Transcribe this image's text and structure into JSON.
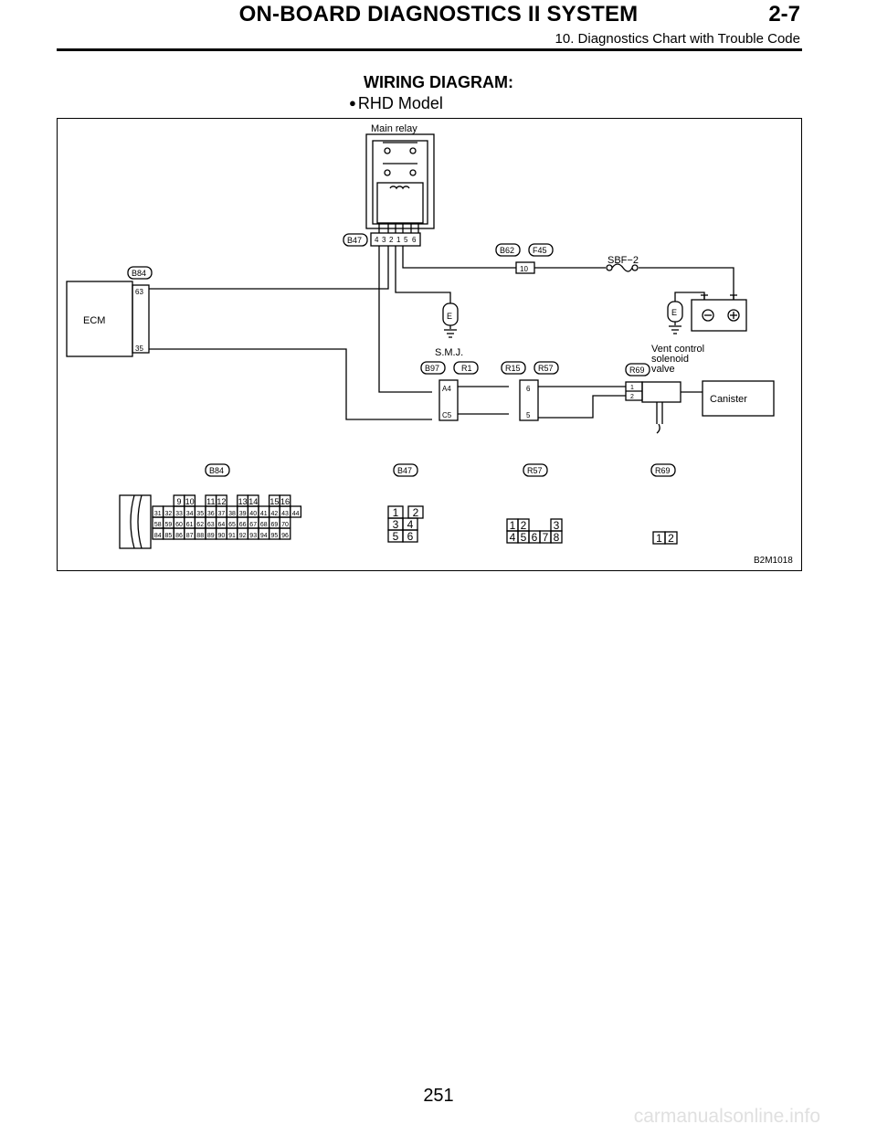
{
  "header": {
    "title": "ON-BOARD DIAGNOSTICS II SYSTEM",
    "section": "2-7",
    "subtitle": "10. Diagnostics Chart with Trouble Code"
  },
  "diagram_heading": "WIRING DIAGRAM:",
  "model_label": "RHD Model",
  "diagram": {
    "main_relay": "Main relay",
    "relay_pins": [
      "4",
      "3",
      "2",
      "1",
      "5",
      "6"
    ],
    "ecm": "ECM",
    "ecm_pins": [
      "63",
      "35"
    ],
    "fuse": "SBF−2",
    "fuse_pin": "10",
    "smj": "S.M.J.",
    "smj_pins": [
      "A4",
      "C5"
    ],
    "r57_pins": [
      "6",
      "5"
    ],
    "valve_label": [
      "Vent control",
      "solenoid",
      "valve"
    ],
    "valve_pins": [
      "1",
      "2"
    ],
    "canister": "Canister",
    "ground": "E",
    "connectors": {
      "b84": "B84",
      "b47": "B47",
      "b62": "B62",
      "f45": "F45",
      "b97": "B97",
      "r1": "R1",
      "r15": "R15",
      "r57": "R57",
      "r69": "R69"
    },
    "b84_rows": [
      [
        "9",
        "10",
        "11",
        "12",
        "13",
        "14",
        "15",
        "16"
      ],
      [
        "31",
        "32",
        "33",
        "34",
        "35",
        "36",
        "37",
        "38",
        "39",
        "40",
        "41",
        "42",
        "43",
        "44"
      ],
      [
        "58",
        "59",
        "60",
        "61",
        "62",
        "63",
        "64",
        "65",
        "66",
        "67",
        "68",
        "69",
        "70"
      ],
      [
        "84",
        "85",
        "86",
        "87",
        "88",
        "89",
        "90",
        "91",
        "92",
        "93",
        "94",
        "95",
        "96"
      ]
    ],
    "b47_rows": [
      [
        "1",
        "2"
      ],
      [
        "3",
        "4"
      ],
      [
        "5",
        "6"
      ]
    ],
    "r57_rows": [
      [
        "1",
        "2",
        "3"
      ],
      [
        "4",
        "5",
        "6",
        "7",
        "8"
      ]
    ],
    "r69_row": [
      "1",
      "2"
    ],
    "figure_code": "B2M1018"
  },
  "page_number": "251",
  "watermark": "carmanualsonline.info"
}
